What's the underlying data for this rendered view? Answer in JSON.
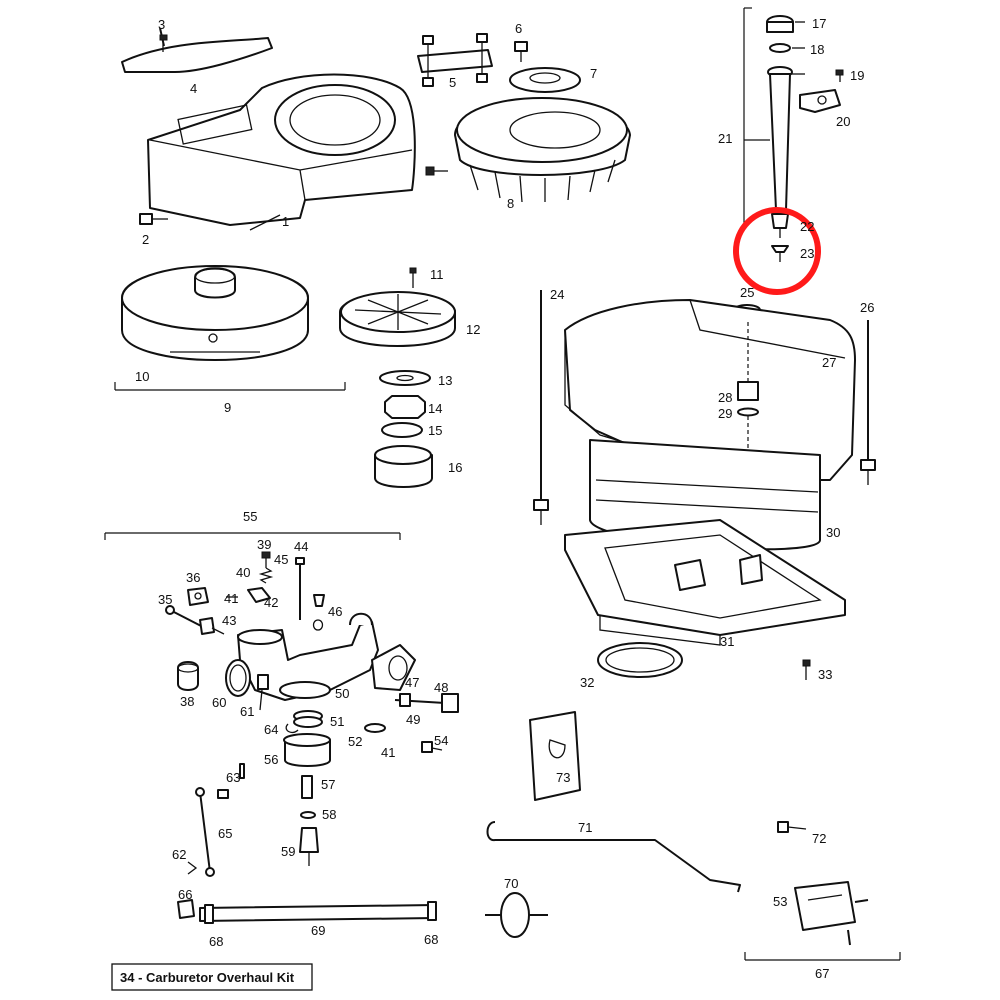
{
  "highlight": {
    "part": "23",
    "color": "#ff1a1a"
  },
  "kit_label": "34 - Carburetor Overhaul Kit",
  "parts": {
    "p1": "1",
    "p2": "2",
    "p3": "3",
    "p4": "4",
    "p5": "5",
    "p6": "6",
    "p7": "7",
    "p8": "8",
    "p9": "9",
    "p10": "10",
    "p11": "11",
    "p12": "12",
    "p13": "13",
    "p14": "14",
    "p15": "15",
    "p16": "16",
    "p17": "17",
    "p18": "18",
    "p19": "19",
    "p20": "20",
    "p21": "21",
    "p22": "22",
    "p23": "23",
    "p24": "24",
    "p25": "25",
    "p26": "26",
    "p27": "27",
    "p28": "28",
    "p29": "29",
    "p30": "30",
    "p31": "31",
    "p32": "32",
    "p33": "33",
    "p35": "35",
    "p36": "36",
    "p38": "38",
    "p39": "39",
    "p40": "40",
    "p41a": "41",
    "p41b": "41",
    "p42": "42",
    "p43": "43",
    "p44": "44",
    "p45": "45",
    "p46": "46",
    "p47": "47",
    "p48": "48",
    "p49": "49",
    "p50": "50",
    "p51": "51",
    "p52": "52",
    "p53": "53",
    "p54": "54",
    "p55": "55",
    "p56": "56",
    "p57": "57",
    "p58": "58",
    "p59": "59",
    "p60": "60",
    "p61": "61",
    "p62": "62",
    "p63": "63",
    "p64": "64",
    "p65": "65",
    "p66": "66",
    "p67": "67",
    "p68a": "68",
    "p68b": "68",
    "p69": "69",
    "p70": "70",
    "p71": "71",
    "p72": "72",
    "p73": "73"
  }
}
